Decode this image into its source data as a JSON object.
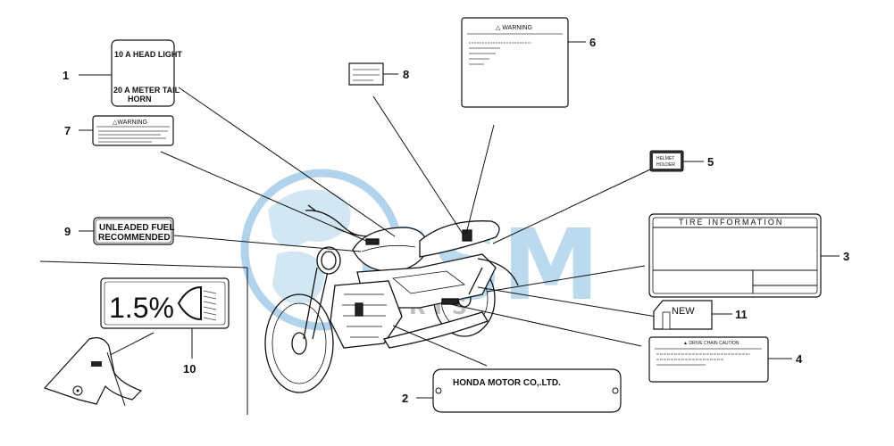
{
  "watermark": {
    "brand": "CSM",
    "sub": "PARTS",
    "color": "#a9cfe9"
  },
  "labels": {
    "headlight": {
      "number": "1",
      "line1": "10 A HEAD LIGHT",
      "line2": "20 A METER TAIL",
      "line3": "HORN"
    },
    "frame_plate": {
      "number": "2",
      "text": "HONDA MOTOR CO,.LTD."
    },
    "tire_info": {
      "number": "3",
      "title": "TIRE INFORMATION"
    },
    "drive_chain": {
      "number": "4",
      "title": "▲ DRIVE CHAIN CAUTION"
    },
    "helmet_holder": {
      "number": "5",
      "line1": "HELMET",
      "line2": "HOLDER"
    },
    "warning_large": {
      "number": "6",
      "title": "△ WARNING"
    },
    "warning_small": {
      "number": "7",
      "title": "△WARNING"
    },
    "small_label": {
      "number": "8"
    },
    "unleaded_fuel": {
      "number": "9",
      "line1": "UNLEADED FUEL",
      "line2": "RECOMMENDED"
    },
    "headlight_aim": {
      "number": "10",
      "value": "1.5%"
    },
    "new_label": {
      "number": "11",
      "text": "NEW"
    }
  }
}
